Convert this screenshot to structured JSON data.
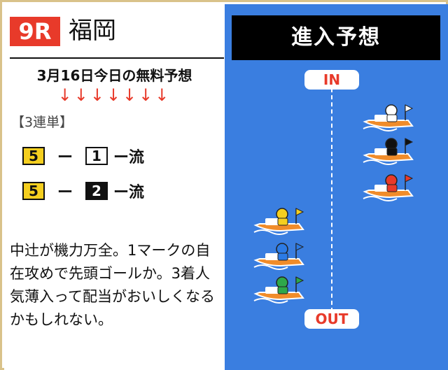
{
  "race": {
    "number": "9R",
    "venue": "福岡"
  },
  "prediction": {
    "title": "3月16日今日の無料予想",
    "arrows": "↓↓↓↓↓↓↓",
    "ticket_type": "【3連単】",
    "picks": [
      {
        "first": "5",
        "dash": "ー",
        "second": "1",
        "rest": "ー流"
      },
      {
        "first": "5",
        "dash": "ー",
        "second": "2",
        "rest": "ー流"
      }
    ],
    "comment": "中辻が機力万全。1マークの自在攻めで先頭ゴールか。3着人気薄入って配当がおいしくなるかもしれない。"
  },
  "entry_panel": {
    "title": "進入予想",
    "in_label": "IN",
    "out_label": "OUT"
  },
  "colors": {
    "race_badge": "#e83a2a",
    "panel_bg": "#3a7ee0",
    "lane1": "#ffffff",
    "lane2": "#111111",
    "lane3": "#e83a2a",
    "lane4": "#2c7be5",
    "lane5": "#f5cf1f",
    "lane6": "#2ea84a"
  },
  "boats": [
    {
      "lane": 1,
      "color": "#ffffff"
    },
    {
      "lane": 2,
      "color": "#111111"
    },
    {
      "lane": 3,
      "color": "#e83a2a"
    },
    {
      "lane": 5,
      "color": "#f5cf1f"
    },
    {
      "lane": 4,
      "color": "#2c7be5"
    },
    {
      "lane": 6,
      "color": "#2ea84a"
    }
  ]
}
